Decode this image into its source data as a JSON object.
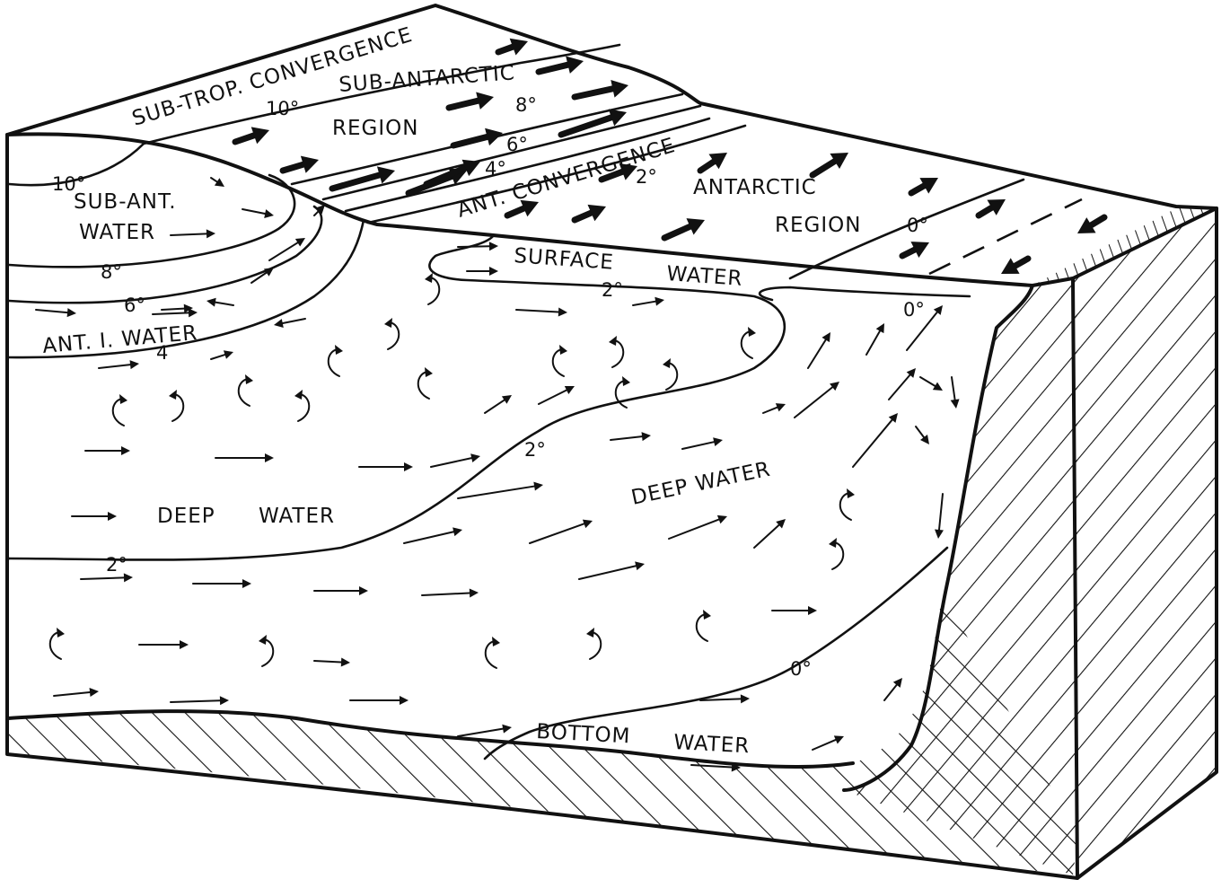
{
  "labels": {
    "sub_trop_convergence": "SUB-TROP. CONVERGENCE",
    "sub_antarctic": "SUB-ANTARCTIC",
    "region_top": "REGION",
    "ant_convergence": "ANT. CONVERGENCE",
    "antarctic": "ANTARCTIC",
    "region_right": "REGION",
    "sub_ant": "SUB-ANT.",
    "water_left": "WATER",
    "ant_i_water": "ANT. I. WATER",
    "surface": "SURFACE",
    "water_surface": "WATER",
    "deep_left": "DEEP",
    "water_deep_left": "WATER",
    "deep_water_right": "DEEP WATER",
    "bottom": "BOTTOM",
    "water_bottom": "WATER"
  },
  "isotherms": {
    "t10_top": "10°",
    "t8_top": "8°",
    "t6_top": "6°",
    "t4_top": "4°",
    "t2_top": "2°",
    "t0_top": "0°",
    "t10_left": "10°",
    "t8_left": "8°",
    "t6_left": "6°",
    "t4_left": "4",
    "t2_surface": "2°",
    "t0_surface": "0°",
    "t2_deep_mid": "2°",
    "t2_deep_left": "2°",
    "t0_deep": "0°"
  }
}
